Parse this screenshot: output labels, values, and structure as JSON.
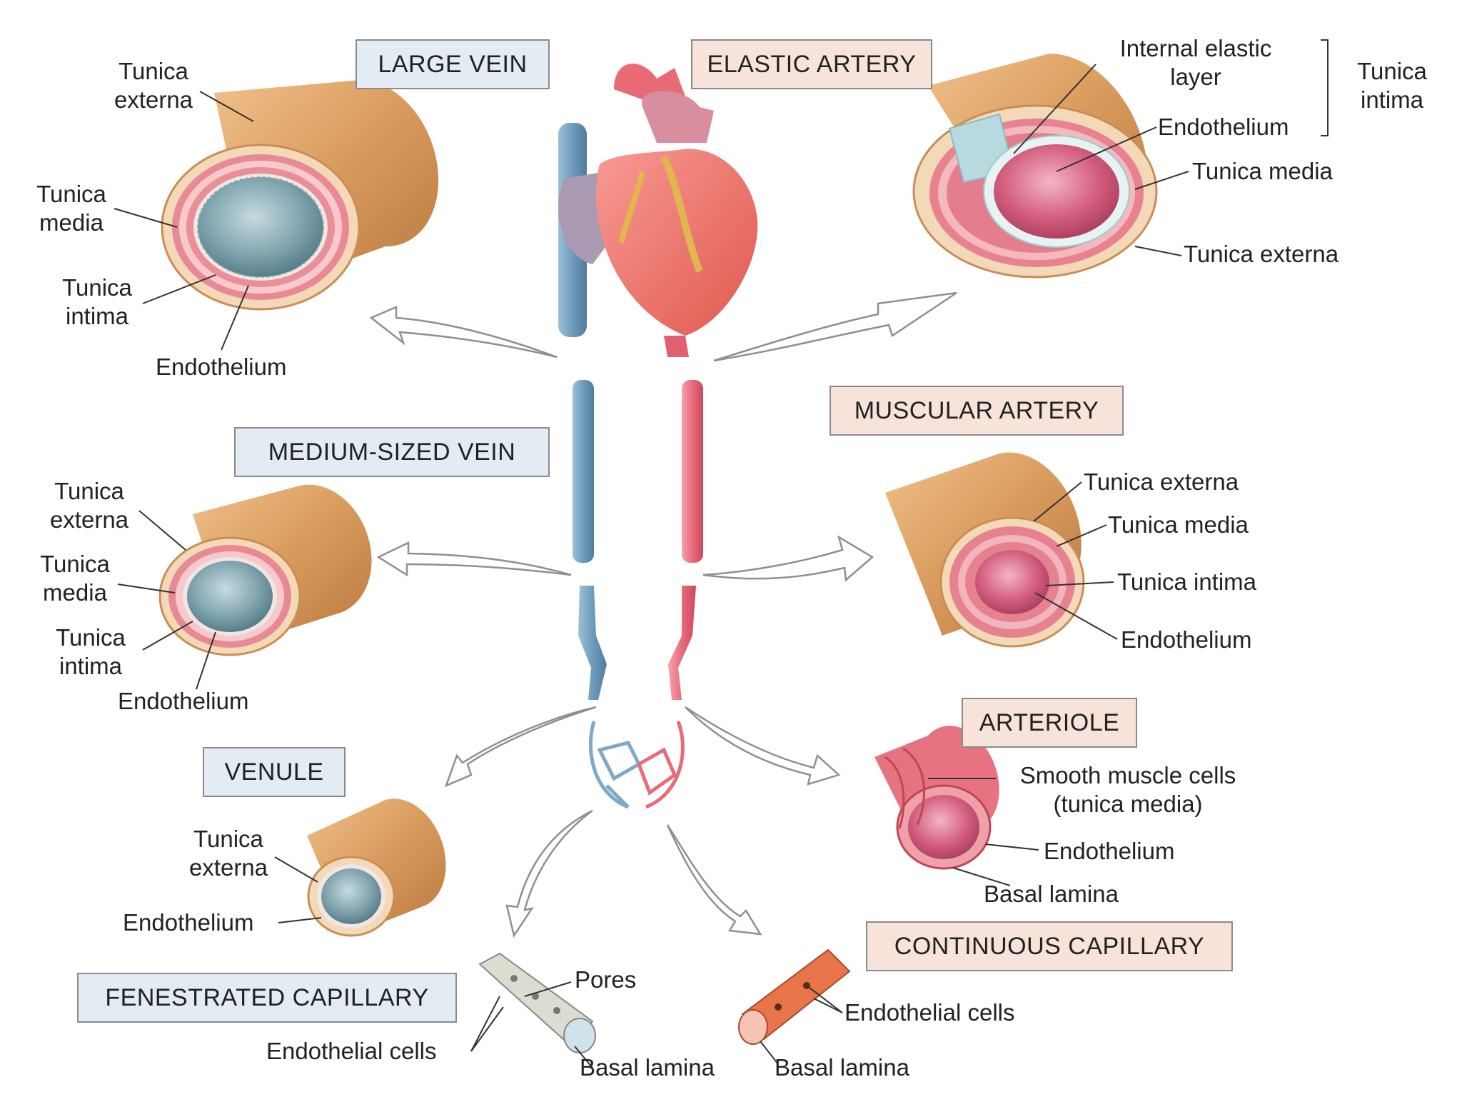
{
  "titles": {
    "large_vein": "LARGE VEIN",
    "elastic_artery": "ELASTIC ARTERY",
    "medium_vein": "MEDIUM-SIZED VEIN",
    "muscular_artery": "MUSCULAR ARTERY",
    "venule": "VENULE",
    "arteriole": "ARTERIOLE",
    "fenestrated_capillary": "FENESTRATED CAPILLARY",
    "continuous_capillary": "CONTINUOUS CAPILLARY"
  },
  "large_vein": {
    "tunica_externa": [
      "Tunica",
      "externa"
    ],
    "tunica_media": [
      "Tunica",
      "media"
    ],
    "tunica_intima": [
      "Tunica",
      "intima"
    ],
    "endothelium": "Endothelium"
  },
  "elastic_artery": {
    "internal_elastic_layer": [
      "Internal elastic",
      "layer"
    ],
    "endothelium": "Endothelium",
    "tunica_intima_bracket": [
      "Tunica",
      "intima"
    ],
    "tunica_media": "Tunica media",
    "tunica_externa": "Tunica externa"
  },
  "medium_vein": {
    "tunica_externa": [
      "Tunica",
      "externa"
    ],
    "tunica_media": [
      "Tunica",
      "media"
    ],
    "tunica_intima": [
      "Tunica",
      "intima"
    ],
    "endothelium": "Endothelium"
  },
  "muscular_artery": {
    "tunica_externa": "Tunica externa",
    "tunica_media": "Tunica media",
    "tunica_intima": "Tunica intima",
    "endothelium": "Endothelium"
  },
  "venule": {
    "tunica_externa": [
      "Tunica",
      "externa"
    ],
    "endothelium": "Endothelium"
  },
  "arteriole": {
    "smooth_muscle": [
      "Smooth muscle cells",
      "(tunica media)"
    ],
    "endothelium": "Endothelium",
    "basal_lamina": "Basal lamina"
  },
  "fenestrated_capillary": {
    "pores": "Pores",
    "endothelial_cells": "Endothelial cells",
    "basal_lamina": "Basal lamina"
  },
  "continuous_capillary": {
    "endothelial_cells": "Endothelial cells",
    "basal_lamina": "Basal lamina"
  },
  "colors": {
    "vein_blue": "#7fa9c6",
    "artery_red": "#e96b7a",
    "externa_tan": "#d79a5e",
    "media_pink": "#e58c93",
    "lumen_vein": "#6f9aa8",
    "lumen_artery": "#c9506e"
  }
}
